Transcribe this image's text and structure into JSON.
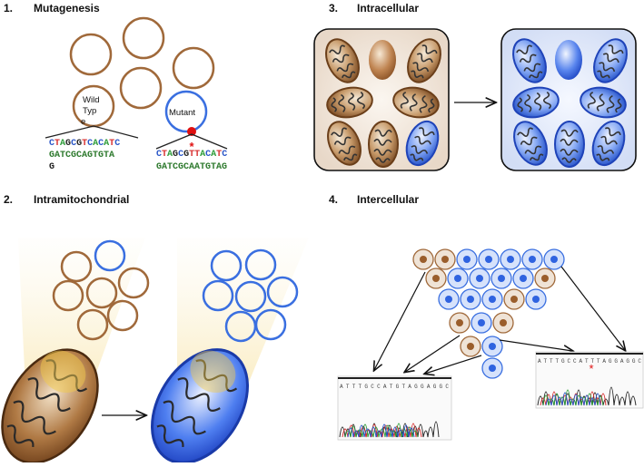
{
  "panels": {
    "mutagenesis": {
      "number": "1.",
      "title": "Mutagenesis"
    },
    "intracellular": {
      "number": "3.",
      "title": "Intracellular"
    },
    "intramitochondrial": {
      "number": "2.",
      "title": "Intramitochondrial"
    },
    "intercellular": {
      "number": "4.",
      "title": "Intercellular"
    }
  },
  "mutagenesis": {
    "wild_label_1": "Wild",
    "wild_label_2": "Typ",
    "wild_label_3": "e",
    "mutant_label": "Mutant",
    "wt_seq_top": [
      "C",
      "T",
      "A",
      "G",
      "C",
      "G",
      "T",
      "C",
      "A",
      "C",
      "A",
      "T",
      "C"
    ],
    "wt_seq_bottom_1": "GATCGCAGTGTA",
    "wt_seq_bottom_2": "G",
    "mut_seq_top": [
      "C",
      "T",
      "A",
      "G",
      "C",
      "G",
      "T",
      "T",
      "A",
      "C",
      "A",
      "T",
      "C"
    ],
    "mut_seq_bottom": "GATCGCAATGTAG",
    "mutation_marker": "*"
  },
  "intercellular": {
    "trace_left_seq": "A T T T G C C A T G T A G G A G G C",
    "trace_right_seq": "A T T T G C C A T T T A G G A G G C",
    "mutation_marker": "*"
  },
  "colors": {
    "wild_type": "#a0693a",
    "mutant": "#3a6fe0",
    "seq_a": "#2e9c3a",
    "seq_c": "#2a56c8",
    "seq_g": "#222222",
    "seq_t": "#d83030",
    "highlight": "#f2c94c"
  }
}
